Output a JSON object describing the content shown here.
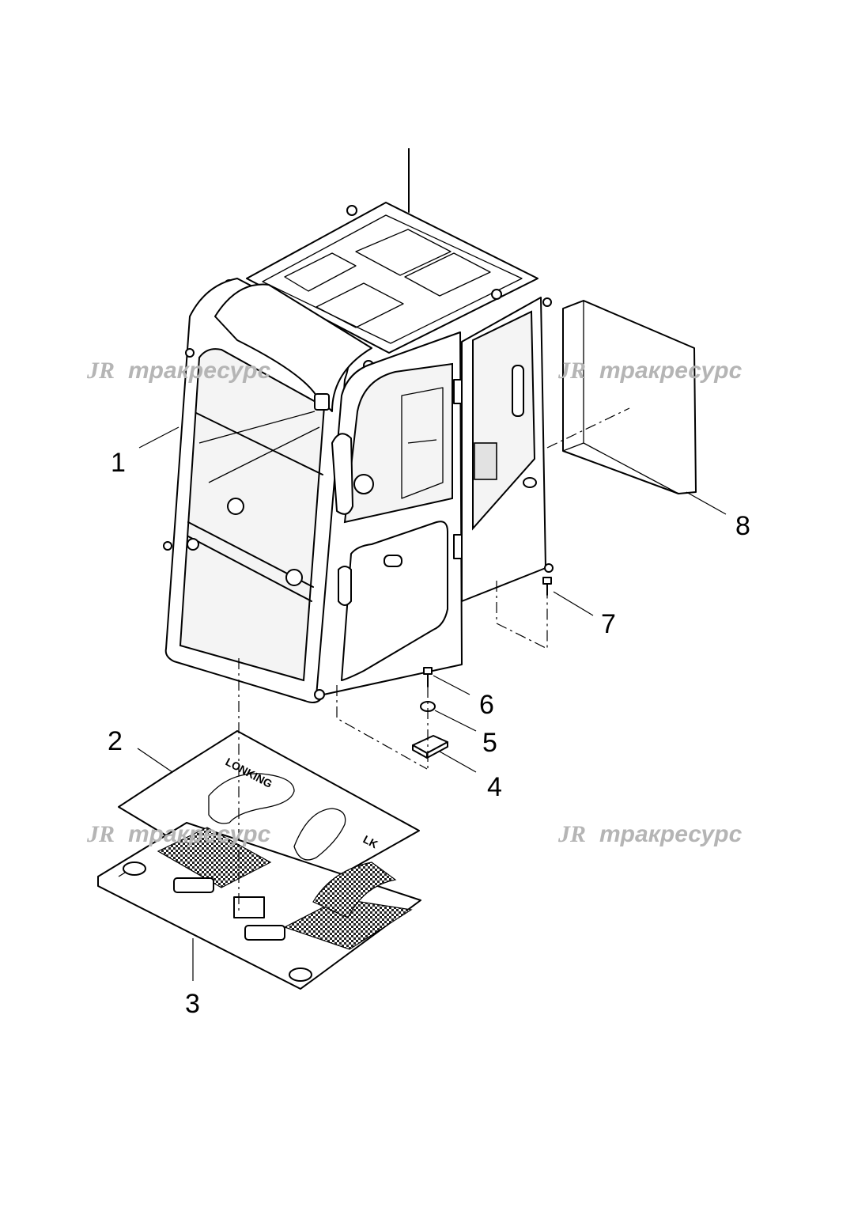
{
  "watermarks": [
    {
      "logo": "JR",
      "text": "тракресурс"
    },
    {
      "logo": "JR",
      "text": "тракресурс"
    },
    {
      "logo": "JR",
      "text": "тракресурс"
    },
    {
      "logo": "JR",
      "text": "тракресурс"
    }
  ],
  "callouts": {
    "c1": "1",
    "c2": "2",
    "c3": "3",
    "c4": "4",
    "c5": "5",
    "c6": "6",
    "c7": "7",
    "c8": "8"
  }
}
